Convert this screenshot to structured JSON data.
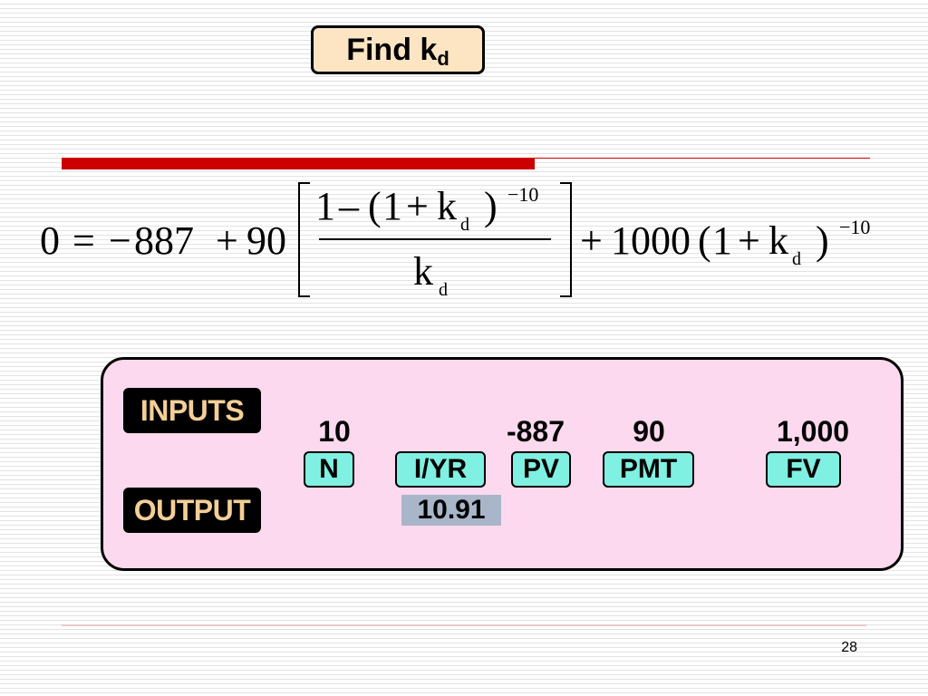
{
  "title": {
    "main": "Find k",
    "subscript": "d"
  },
  "equation": {
    "lhs": "0",
    "equals": "=",
    "minus": "−",
    "pv": "887",
    "plus": "+",
    "pmt": "90",
    "numerator_one": "1",
    "numerator_minus": "–",
    "paren_open": "(",
    "one": "1",
    "k": "k",
    "d": "d",
    "paren_close": ")",
    "exponent": "−10",
    "fv_plus": "+",
    "fv": "1000"
  },
  "calculator": {
    "inputs_label": "INPUTS",
    "output_label": "OUTPUT",
    "values": {
      "n": "10",
      "pv": "-887",
      "pmt": "90",
      "fv": "1,000"
    },
    "keys": {
      "n": "N",
      "iyr": "I/YR",
      "pv": "PV",
      "pmt": "PMT",
      "fv": "FV"
    },
    "result": "10.91"
  },
  "page_number": "28",
  "colors": {
    "accent_rule": "#cc0000",
    "title_box": "#fde5c4",
    "panel": "#fcd9ee",
    "key": "#7ff0e1",
    "label_text": "#f4cf95",
    "result_bg": "#a9b6c9"
  }
}
